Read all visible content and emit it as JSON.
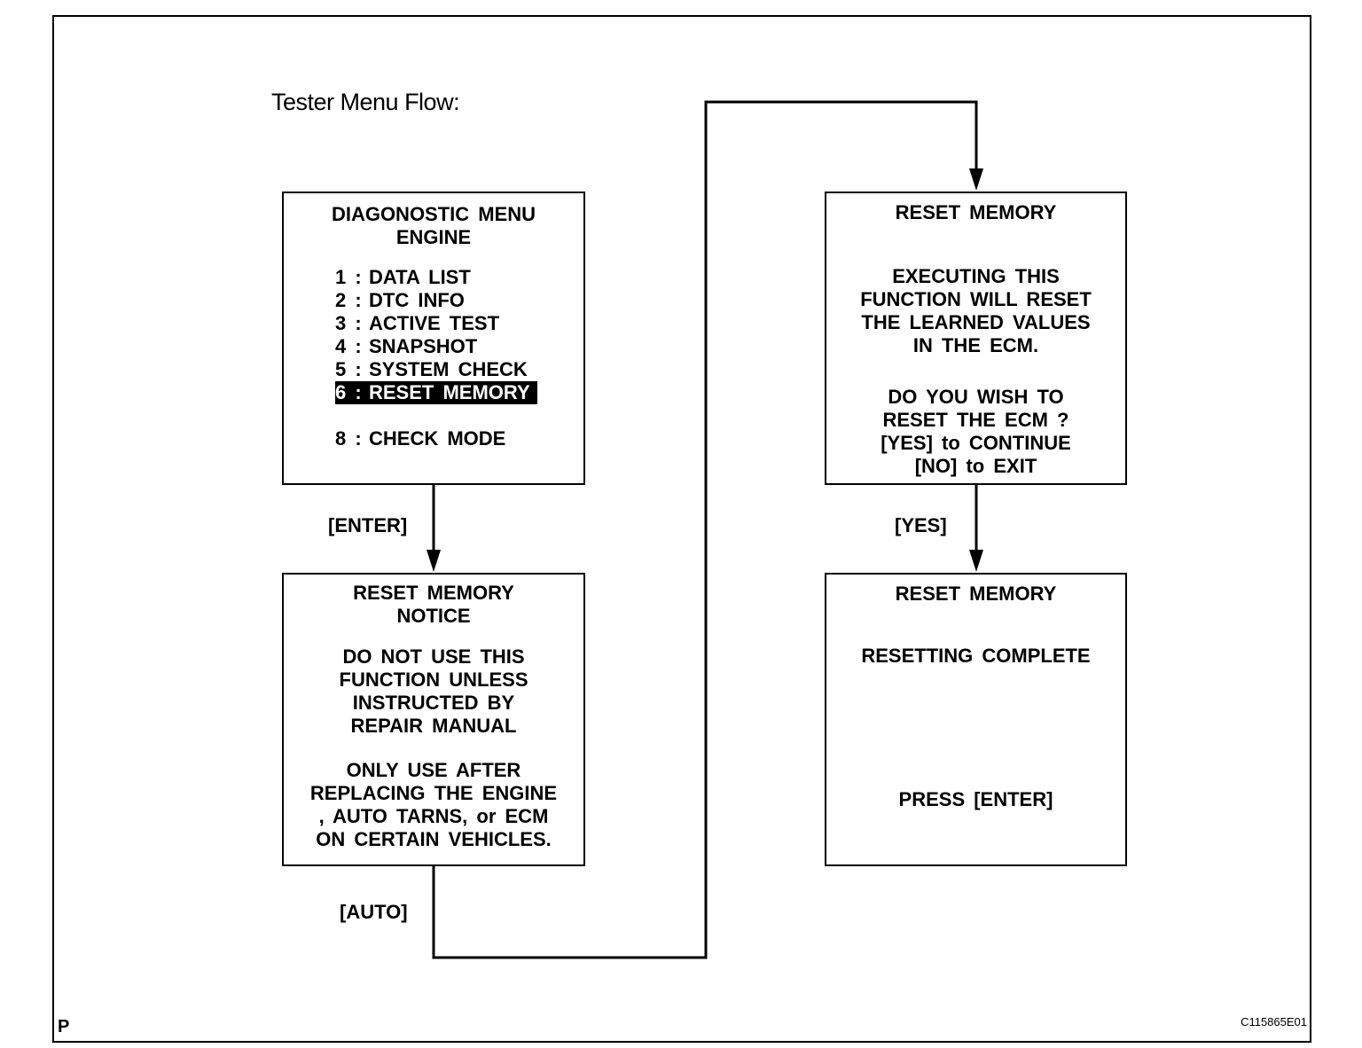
{
  "heading": "Tester Menu Flow:",
  "diagnostic_menu": {
    "title_lines": [
      "DIAGONOSTIC MENU",
      "ENGINE"
    ],
    "items": [
      {
        "num": "1 :",
        "label": "DATA LIST"
      },
      {
        "num": "2 :",
        "label": "DTC INFO"
      },
      {
        "num": "3 :",
        "label": "ACTIVE TEST"
      },
      {
        "num": "4 :",
        "label": "SNAPSHOT"
      },
      {
        "num": "5 :",
        "label": "SYSTEM CHECK"
      },
      {
        "num": "6 :",
        "label": "RESET MEMORY"
      }
    ],
    "extra_item": {
      "num": "8 :",
      "label": "CHECK MODE"
    }
  },
  "notice_screen": {
    "title_lines": [
      "RESET MEMORY",
      "NOTICE"
    ],
    "paragraph1": [
      "DO NOT USE THIS",
      "FUNCTION UNLESS",
      "INSTRUCTED BY",
      "REPAIR MANUAL"
    ],
    "paragraph2": [
      "ONLY USE AFTER",
      "REPLACING THE ENGINE",
      ", AUTO TARNS, or ECM",
      "ON CERTAIN VEHICLES."
    ]
  },
  "execute_screen": {
    "title": "RESET MEMORY",
    "paragraph1": [
      "EXECUTING THIS",
      "FUNCTION WILL RESET",
      "THE LEARNED VALUES",
      "IN THE ECM."
    ],
    "paragraph2": [
      "DO YOU WISH TO",
      "RESET THE ECM ?",
      "[YES] to CONTINUE",
      "[NO] to EXIT"
    ]
  },
  "complete_screen": {
    "title": "RESET MEMORY",
    "status": "RESETTING COMPLETE",
    "prompt": "PRESS [ENTER]"
  },
  "labels": {
    "enter": "[ENTER]",
    "auto": "[AUTO]",
    "yes": "[YES]"
  },
  "footer": {
    "left_mark": "P",
    "figure_code": "C115865E01"
  }
}
